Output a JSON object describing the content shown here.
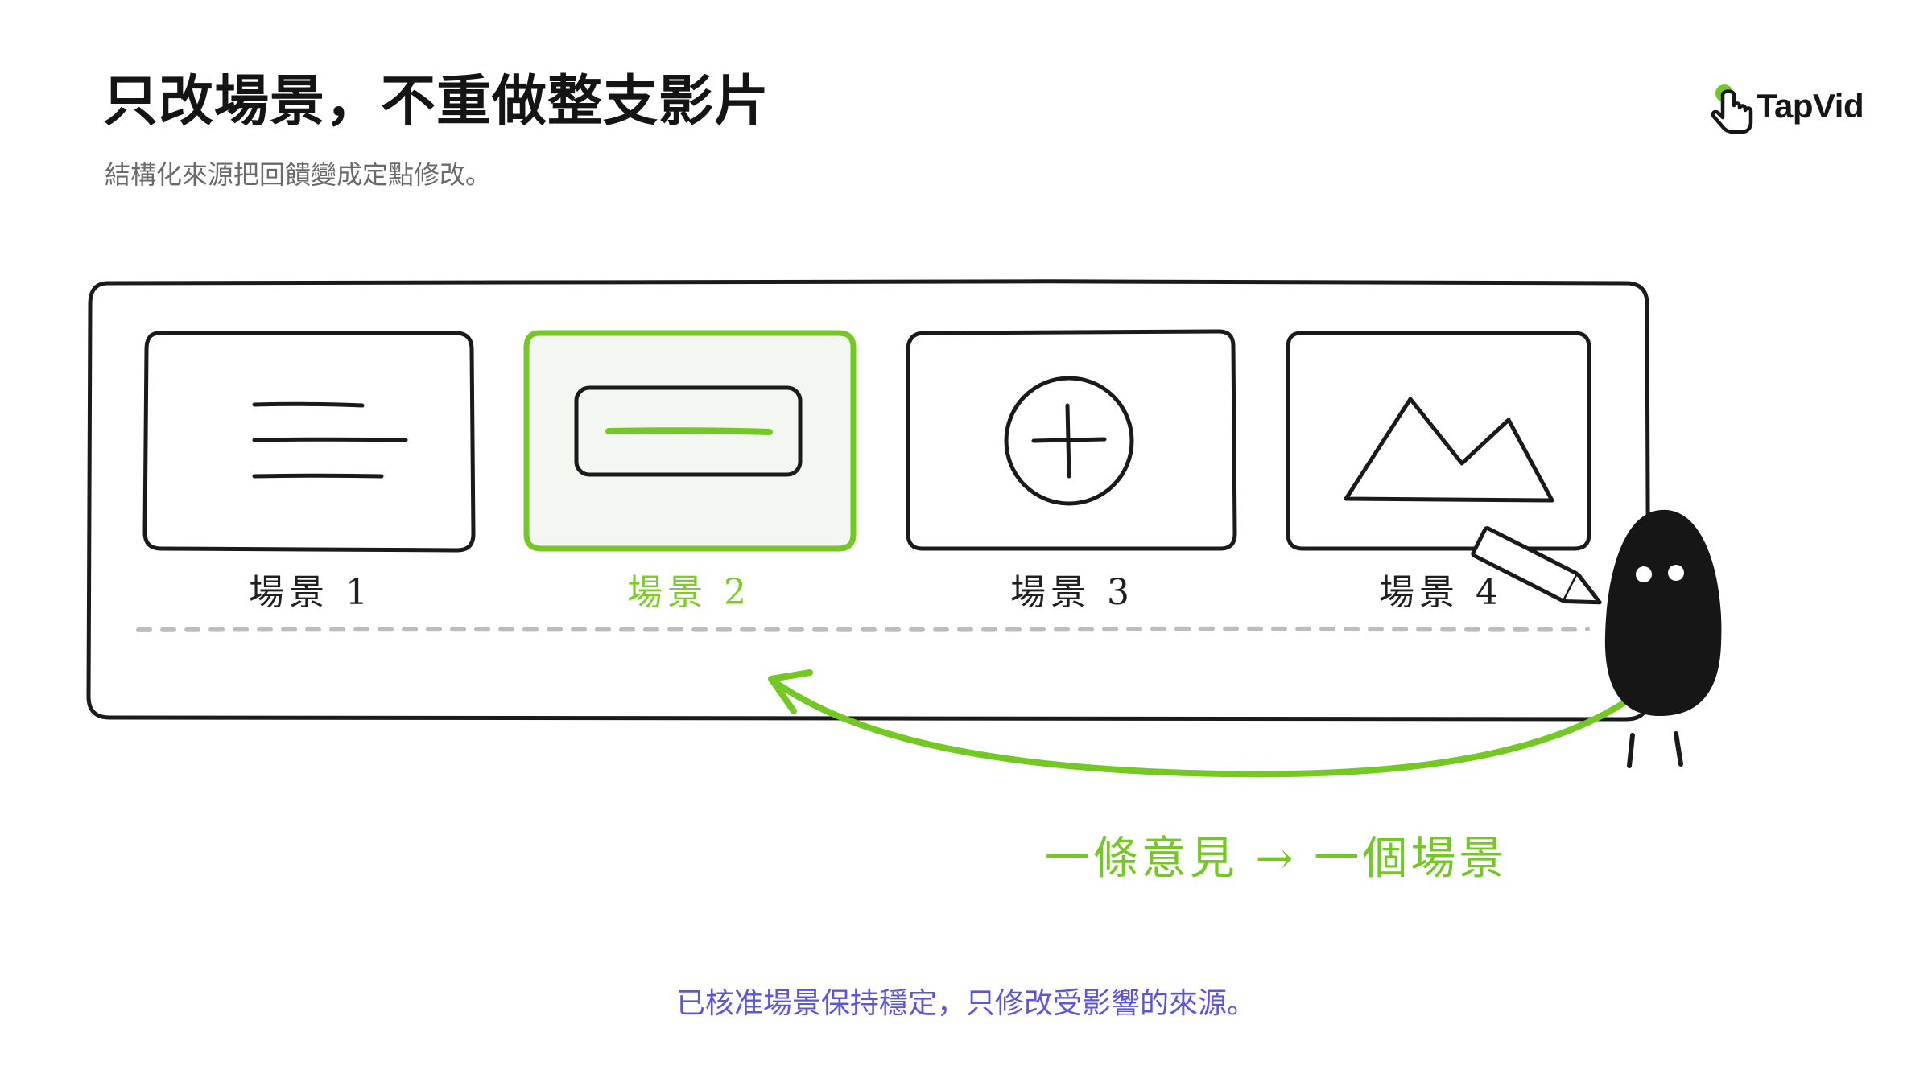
{
  "slide": {
    "title": "只改場景，不重做整支影片",
    "subtitle": "結構化來源把回饋變成定點修改。",
    "footer": "已核准場景保持穩定，只修改受影響的來源。"
  },
  "brand": {
    "logo_text": "TapVid",
    "logo_icon": "pointer-hand-icon",
    "accent": "#6fcb1f"
  },
  "scenes": [
    {
      "label": "場景 1",
      "icon": "text-lines-icon",
      "active": false
    },
    {
      "label": "場景 2",
      "icon": "text-bar-icon",
      "active": true
    },
    {
      "label": "場景 3",
      "icon": "plus-circle-icon",
      "active": false
    },
    {
      "label": "場景 4",
      "icon": "mountain-icon",
      "active": false
    }
  ],
  "callout": {
    "text": "一條意見 → 一個場景"
  },
  "colors": {
    "active": "#74c824",
    "footer_text": "#5a55e0",
    "stroke": "#1a1a1a",
    "active_fill": "#f4f6f1"
  }
}
